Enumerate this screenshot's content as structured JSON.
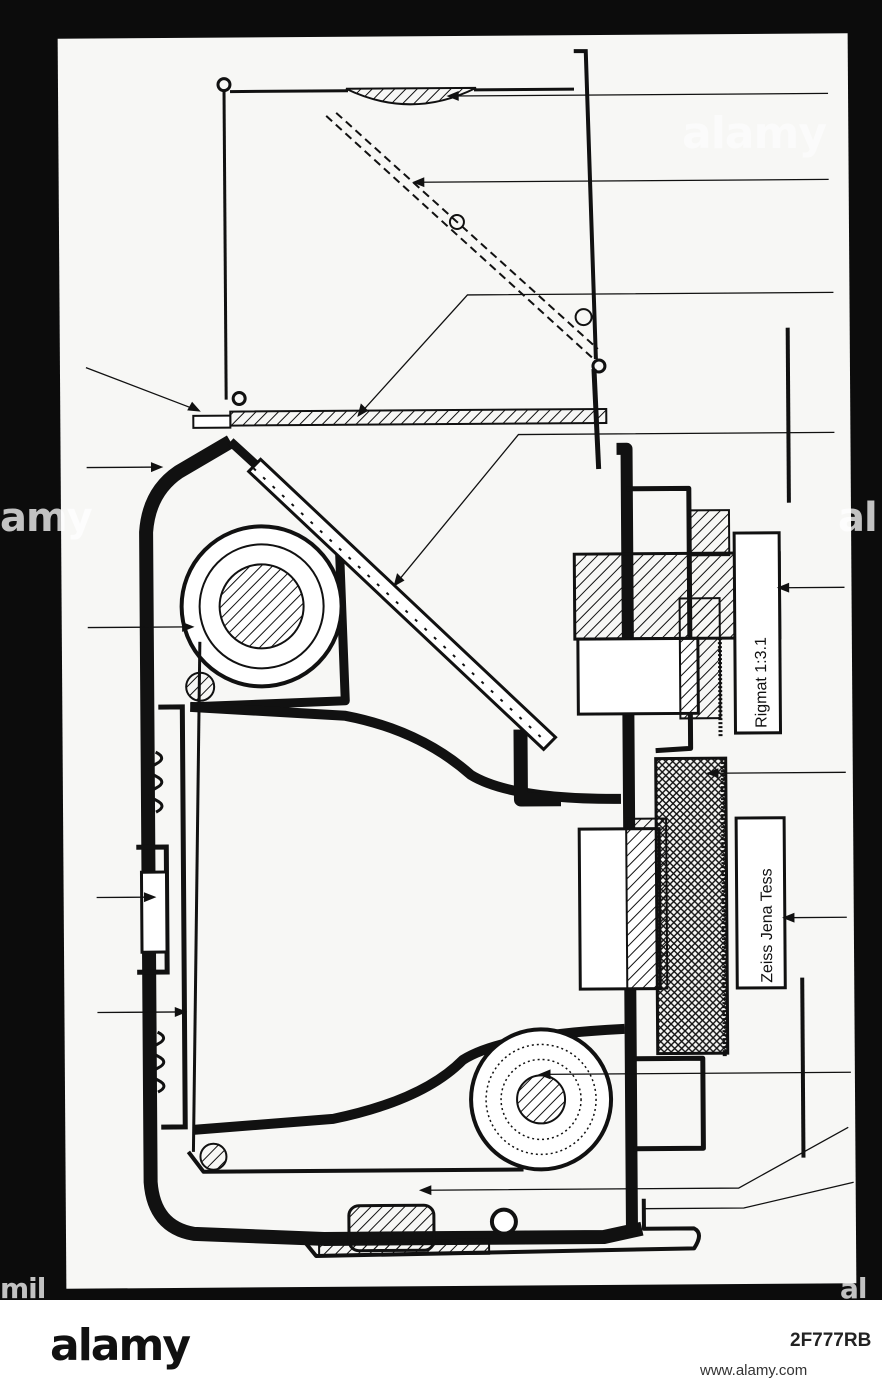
{
  "lens_labels": {
    "viewing_lens": "Rigmat 1:3.1",
    "taking_lens": "Zeiss Jena Tess"
  },
  "watermarks": {
    "center": "alamy",
    "edge_left": "amy",
    "edge_right": "al",
    "bottom_left": "mil",
    "bottom_right": "al"
  },
  "footer": {
    "logo": "alamy",
    "image_id": "2F777RB",
    "site": "www.alamy.com"
  },
  "colors": {
    "slide_border": "#0c0c0c",
    "plate": "#f7f7f5",
    "ink": "#111111"
  }
}
